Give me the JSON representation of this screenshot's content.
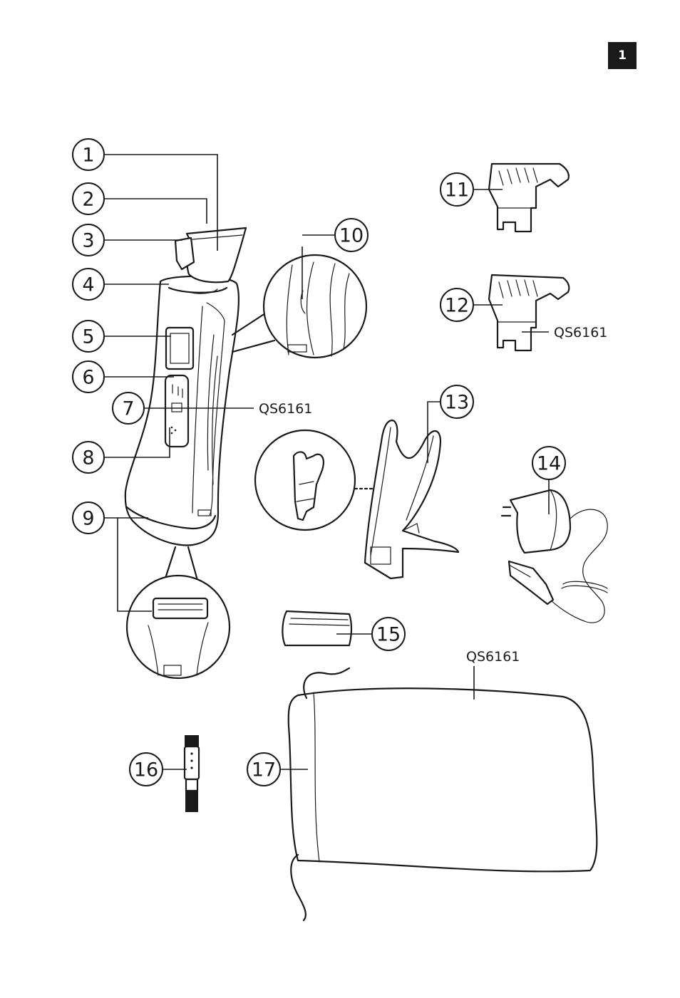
{
  "page": {
    "number": "1"
  },
  "callouts": [
    "1",
    "2",
    "3",
    "4",
    "5",
    "6",
    "7",
    "8",
    "9",
    "10",
    "11",
    "12",
    "13",
    "14",
    "15",
    "16",
    "17"
  ],
  "models": {
    "handle": "QS6161",
    "comb": "QS6161",
    "pouch": "QS6161"
  },
  "colors": {
    "ink": "#1a1a1a",
    "background": "#ffffff"
  }
}
